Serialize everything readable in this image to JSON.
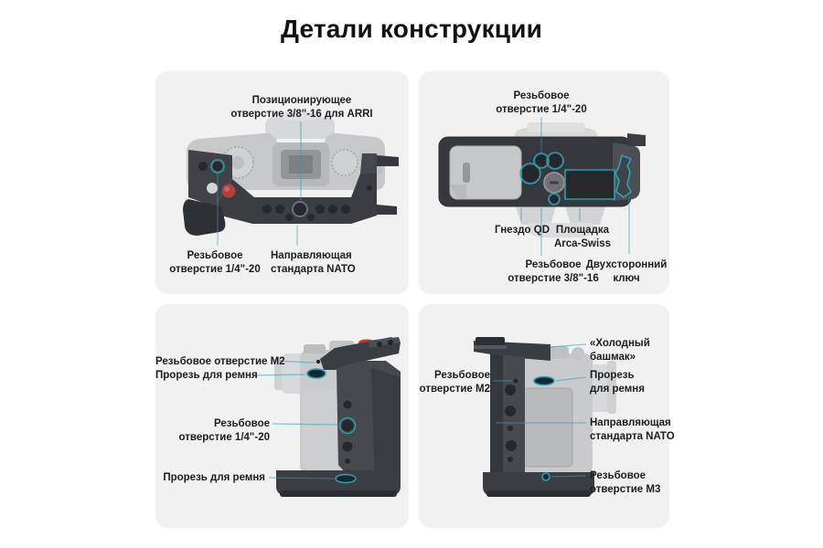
{
  "title": "Детали конструкции",
  "colors": {
    "accent_teal": "#2aa2b3",
    "panel_background": "#f1f1f2",
    "title_text": "#111111",
    "label_text": "#1d1d1f",
    "cage_dark": "#3a3d41",
    "camera_body_gray": "#c9cacc",
    "red_button": "#b2413d"
  },
  "panels": {
    "top_left": {
      "labels": {
        "arri_hole": "Позиционирующее\nотверстие 3/8\"-16 для ARRI",
        "quarter_hole": "Резьбовое\nотверстие 1/4\"-20",
        "nato_rail": "Направляющая\nстандарта NATO"
      }
    },
    "top_right": {
      "labels": {
        "quarter_hole": "Резьбовое\nотверстие 1/4\"-20",
        "qd_socket": "Гнездо QD",
        "arca_plate": "Площадка\nArca-Swiss",
        "three_eighth_hole": "Резьбовое\nотверстие 3/8\"-16",
        "wrench": "Двухсторонний\nключ"
      }
    },
    "bottom_left": {
      "labels": {
        "m2_hole": "Резьбовое отверстие M2",
        "strap_slot_top": "Прорезь для ремня",
        "quarter_hole": "Резьбовое\nотверстие 1/4\"-20",
        "strap_slot_bottom": "Прорезь для ремня"
      }
    },
    "bottom_right": {
      "labels": {
        "cold_shoe": "«Холодный\nбашмак»",
        "m2_hole": "Резьбовое\nотверстие M2",
        "strap_slot": "Прорезь\nдля ремня",
        "nato_rail": "Направляющая\nстандарта NATO",
        "m3_hole": "Резьбовое\nотверстие M3"
      }
    }
  }
}
